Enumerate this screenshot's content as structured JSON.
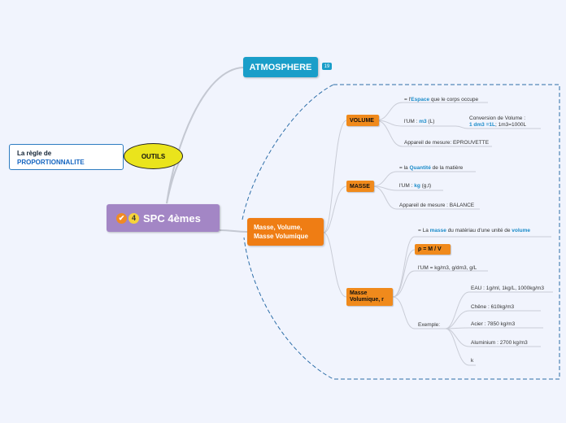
{
  "central": {
    "badge_check": "✔",
    "badge_num": "4",
    "title": "SPC 4èmes"
  },
  "atmosphere": {
    "label": "ATMOSPHERE",
    "count": "19"
  },
  "outils": {
    "label": "OUTILS"
  },
  "regle": {
    "line1": "La règle de",
    "line2": "PROPORTIONNALITE"
  },
  "masse_main": {
    "line1": "Masse, Volume,",
    "line2": "Masse Volumique"
  },
  "volume": {
    "label": "VOLUME",
    "def_pre": "= l'",
    "def_hl": "Espace",
    "def_post": " que le corps occupe",
    "um_pre": "l'UM :  ",
    "um_hl": "m3",
    "um_post": " (L)",
    "conv_line1": "Conversion de Volume :",
    "conv_hl": "1 dm3 =1L",
    "conv_post": "; 1m3=1000L",
    "appareil": "Appareil de mesure: EPROUVETTE"
  },
  "masse": {
    "label": "MASSE",
    "def_pre": "= la ",
    "def_hl": "Quantité",
    "def_post": " de la matière",
    "um_pre": "l'UM : ",
    "um_hl": "kg",
    "um_post": " (g,t)",
    "appareil": "Appareil de mesure : BALANCE"
  },
  "masse_vol": {
    "label1": "Masse",
    "label2": "Volumique, r",
    "def_pre": "= La ",
    "def_hl1": "masse",
    "def_mid": " du matériau d'une unité de ",
    "def_hl2": "volume",
    "formula": "ρ = M / V",
    "um": "l'UM = kg/m3, g/dm3, g/L",
    "exemple": "Exemple:",
    "examples": [
      "EAU : 1g/ml, 1kg/L, 1000kg/m3",
      "Chêne : 610kg/m3",
      "Acier : 7850 kg/m3",
      "Aluminium : 2700 kg/m3",
      "k"
    ]
  }
}
